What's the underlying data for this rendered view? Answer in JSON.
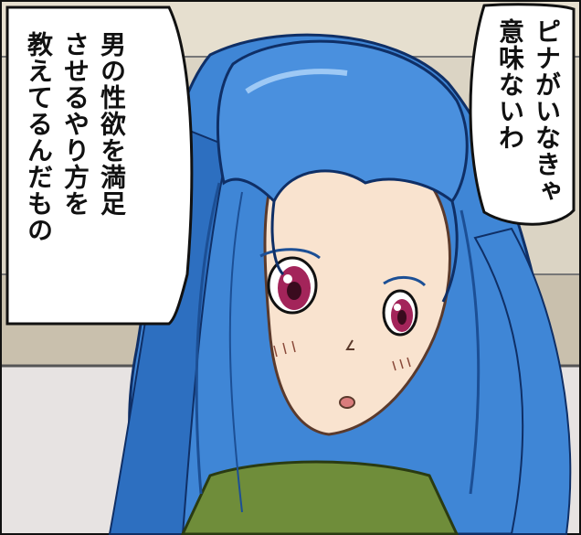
{
  "speech_bubbles": {
    "left": {
      "lines": [
        "男の性欲を満足",
        "させるやり方を",
        "教えてるんだもの"
      ]
    },
    "right": {
      "lines": [
        "ピナがいなきゃ",
        "意味ないわ"
      ]
    }
  },
  "colors": {
    "background_wall": "#d9d3c4",
    "background_floor": "#e6e1dd",
    "hair": "#3f86d6",
    "hair_dark": "#1c4f95",
    "skin": "#f9e3cf",
    "eyes": "#a3245a",
    "clothing": "#6f8d3a"
  }
}
